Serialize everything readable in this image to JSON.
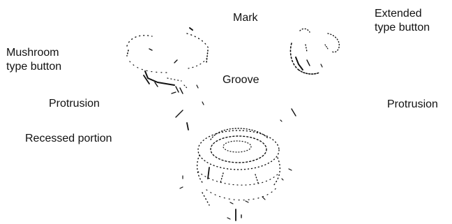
{
  "labels": {
    "mark": "Mark",
    "extended_line1": "Extended",
    "extended_line2": "type button",
    "mushroom_line1": "Mushroom",
    "mushroom_line2": "type button",
    "groove": "Groove",
    "protrusion_left": "Protrusion",
    "protrusion_right": "Protrusion",
    "recessed_portion": "Recessed portion"
  },
  "colors": {
    "background": "#ffffff",
    "ink": "#111111"
  }
}
